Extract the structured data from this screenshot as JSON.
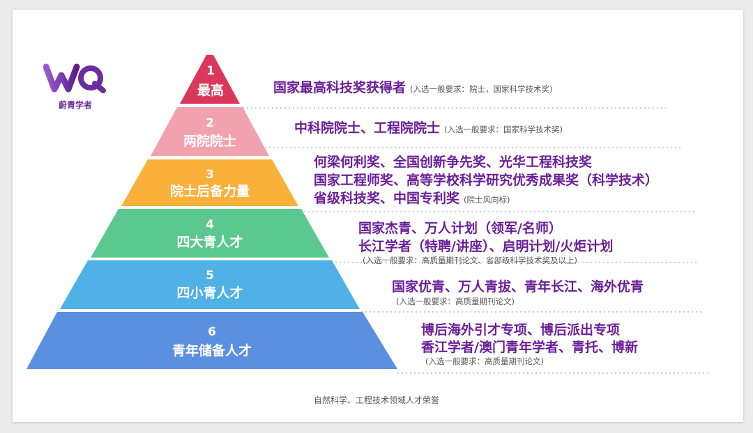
{
  "logo": {
    "label": "蔚青学者",
    "brand_color": "#7b2fa8"
  },
  "tiers": [
    {
      "num": "1",
      "name": "最高",
      "color": "#d9385a"
    },
    {
      "num": "2",
      "name": "两院院士",
      "color": "#f1a2ae"
    },
    {
      "num": "3",
      "name": "院士后备力量",
      "color": "#fbb03b"
    },
    {
      "num": "4",
      "name": "四大青人才",
      "color": "#5bc88f"
    },
    {
      "num": "5",
      "name": "四小青人才",
      "color": "#4fb1e6"
    },
    {
      "num": "6",
      "name": "青年储备人才",
      "color": "#5b8fe0"
    }
  ],
  "descriptions": {
    "t1": {
      "main": "国家最高科技奖获得者",
      "note": "(入选一般要求：院士，国家科学技术奖)"
    },
    "t2": {
      "main": "中科院院士、工程院院士",
      "note": "(入选一般要求：国家科学技术奖)"
    },
    "t3": {
      "line1": "何梁何利奖、全国创新争先奖、光华工程科技奖",
      "line2": "国家工程师奖、高等学校科学研究优秀成果奖（科学技术）",
      "line3": "省级科技奖、中国专利奖",
      "note": "(院士风向标)"
    },
    "t4": {
      "line1": "国家杰青、万人计划（领军/名师）",
      "line2": "长江学者（特聘/讲座）、启明计划/火炬计划",
      "note": "(入选一般要求：高质量期刊论文、省部级科学技术奖及以上)"
    },
    "t5": {
      "line1": "国家优青、万人青拔、青年长江、海外优青",
      "note": "(入选一般要求：高质量期刊论文)"
    },
    "t6": {
      "line1": "博后海外引才专项、博后派出专项",
      "line2": "香江学者/澳门青年学者、青托、博新",
      "note": "(入选一般要求：高质量期刊论文)"
    }
  },
  "caption": "自然科学、工程技术领域人才荣誉",
  "accent_text_color": "#6a1f9a"
}
